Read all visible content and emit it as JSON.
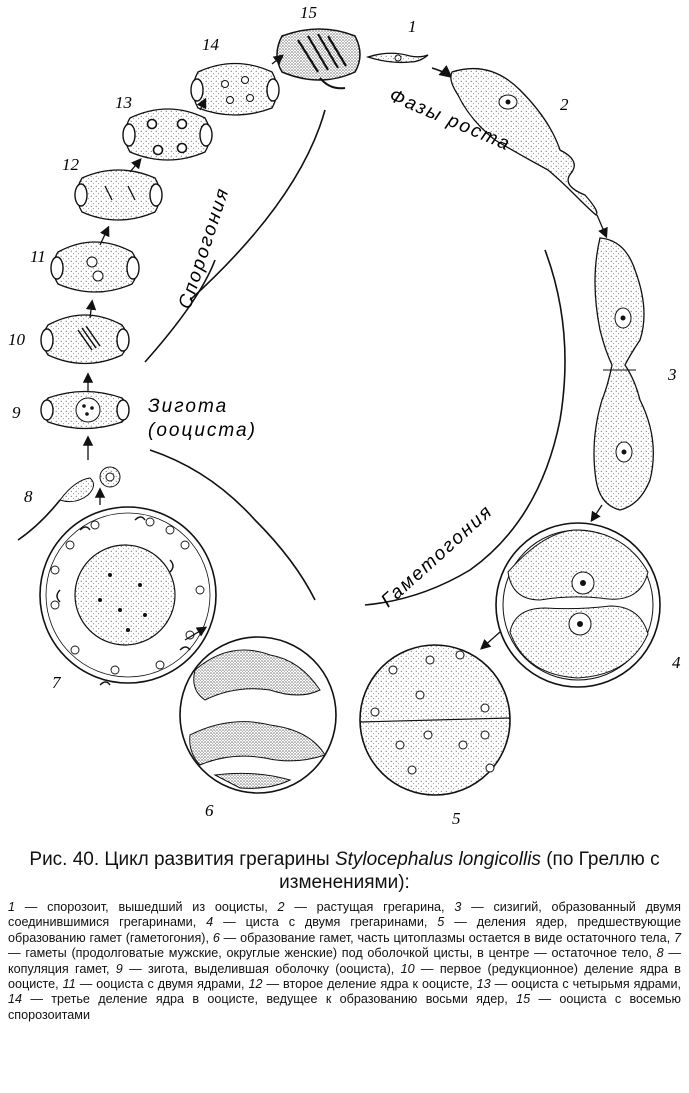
{
  "figure": {
    "stage_numbers": [
      "1",
      "2",
      "3",
      "4",
      "5",
      "6",
      "7",
      "8",
      "9",
      "10",
      "11",
      "12",
      "13",
      "14",
      "15"
    ],
    "labels": {
      "growth": "Фазы роста",
      "sporogony": "Спорогония",
      "gametogony": "Гаметогония",
      "zygote_line1": "Зигота",
      "zygote_line2": "(ооциста)"
    }
  },
  "caption": {
    "title_prefix": "Рис. 40. Цикл развития грегарины ",
    "species": "Stylocephalus longicollis",
    "title_suffix": " (по Греллю с изменениями):",
    "items": [
      {
        "n": "1",
        "text": " — спорозоит, вышедший из ооцисты, "
      },
      {
        "n": "2",
        "text": " — растущая грегарина, "
      },
      {
        "n": "3",
        "text": " — сизигий, образованный двумя соединившимися грегаринами, "
      },
      {
        "n": "4",
        "text": " — циста с двумя грегаринами, "
      },
      {
        "n": "5",
        "text": " — деления ядер, предшествующие образованию гамет (гаметогония), "
      },
      {
        "n": "6",
        "text": " — образование гамет, часть цитоплазмы остается в виде остаточного тела, "
      },
      {
        "n": "7",
        "text": " — гаметы (продолговатые мужские, округлые женские) под оболочкой цисты, в центре — остаточное тело, "
      },
      {
        "n": "8",
        "text": " — копуляция гамет, "
      },
      {
        "n": "9",
        "text": " — зигота, выделившая оболочку (ооциста), "
      },
      {
        "n": "10",
        "text": " — первое (редукционное) деление ядра в ооцисте, "
      },
      {
        "n": "11",
        "text": " — ооциста с двумя ядрами, "
      },
      {
        "n": "12",
        "text": " — второе деление ядра к ооцисте, "
      },
      {
        "n": "13",
        "text": " — ооциста с четырьмя ядрами, "
      },
      {
        "n": "14",
        "text": " — третье деление ядра в ооцисте, ведущее к образованию восьми ядер, "
      },
      {
        "n": "15",
        "text": " — ооциста с восемью спорозоитами"
      }
    ]
  }
}
